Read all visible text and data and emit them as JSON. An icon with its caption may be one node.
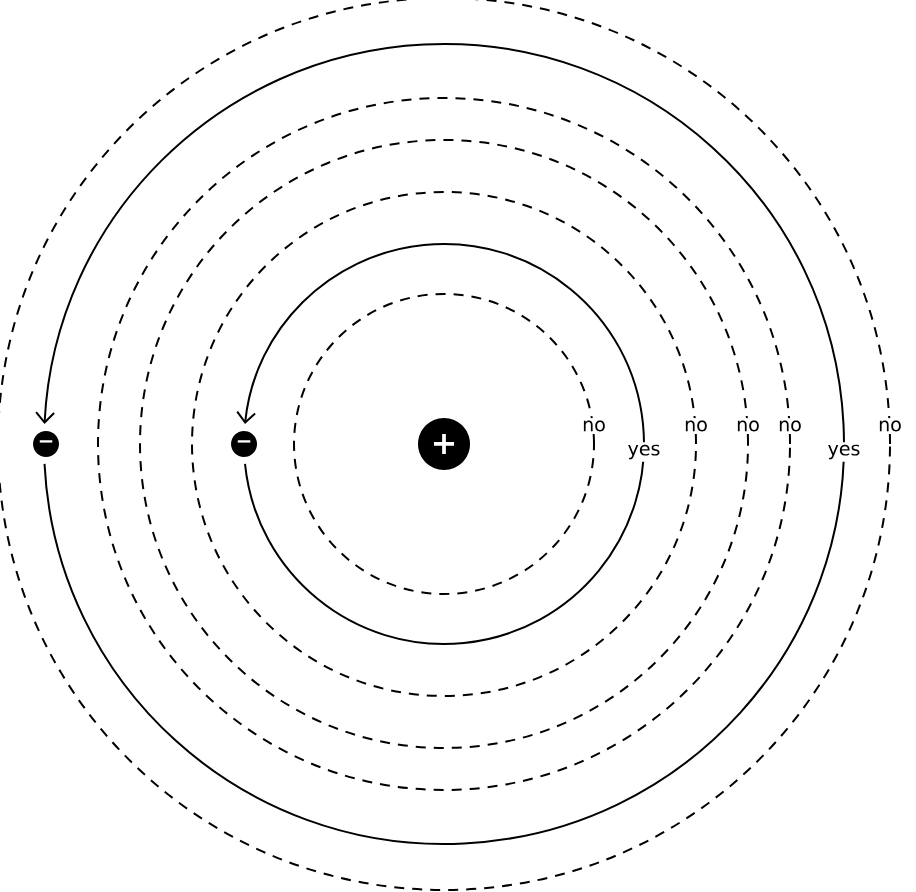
{
  "diagram": {
    "nodes": [
      {
        "text": [
          "+"
        ]
      },
      {
        "text": [
          "−"
        ]
      },
      {
        "text": [
          "−"
        ]
      }
    ],
    "labels": [
      "no",
      "yes",
      "no",
      "no",
      "no",
      "yes",
      "no"
    ]
  }
}
